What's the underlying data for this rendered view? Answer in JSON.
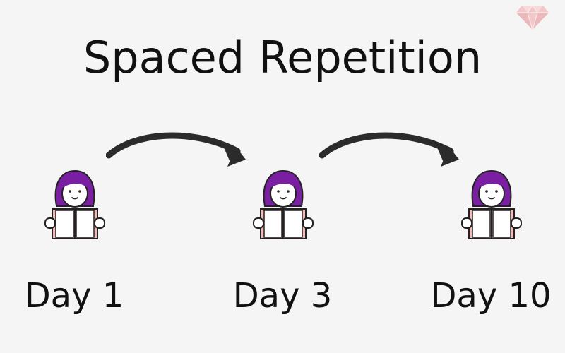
{
  "title": "Spaced Repetition",
  "logo_icon": "gem-icon",
  "colors": {
    "background": "#f5f5f5",
    "hair": "#7b1fa2",
    "book": "#f4b9b6",
    "outline": "#222222",
    "arrow": "#2b2b2b",
    "logo": "#f2c7c9"
  },
  "steps": [
    {
      "label": "Day 1",
      "icon": "reading-person-icon"
    },
    {
      "label": "Day 3",
      "icon": "reading-person-icon"
    },
    {
      "label": "Day 10",
      "icon": "reading-person-icon"
    }
  ],
  "connectors": [
    {
      "from": "Day 1",
      "to": "Day 3",
      "icon": "curved-arrow-icon"
    },
    {
      "from": "Day 3",
      "to": "Day 10",
      "icon": "curved-arrow-icon"
    }
  ]
}
